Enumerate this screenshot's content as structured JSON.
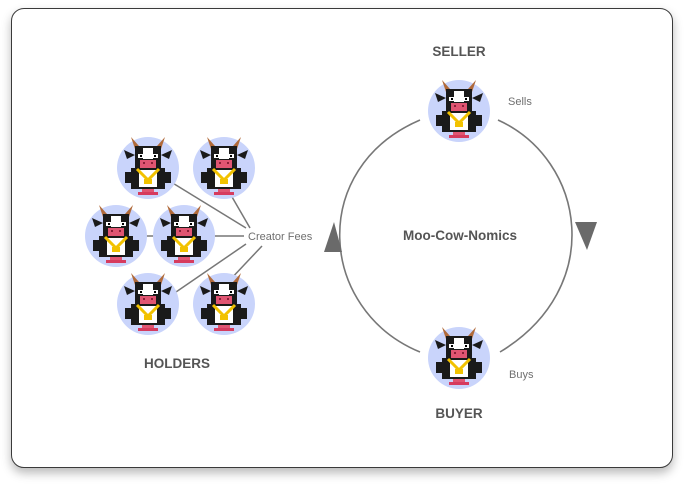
{
  "diagram": {
    "title": "Moo-Cow-Nomics",
    "seller_label": "SELLER",
    "buyer_label": "BUYER",
    "holders_label": "HOLDERS",
    "sells_label": "Sells",
    "buys_label": "Buys",
    "creator_fees_label": "Creator Fees"
  },
  "colors": {
    "avatar_bg": "#c9d4fb",
    "line": "#777777",
    "arrow": "#6a6a6a",
    "text": "#555555"
  },
  "icons": {
    "avatar": "cow-mascot-icon",
    "arrow": "triangle-arrow-icon"
  }
}
